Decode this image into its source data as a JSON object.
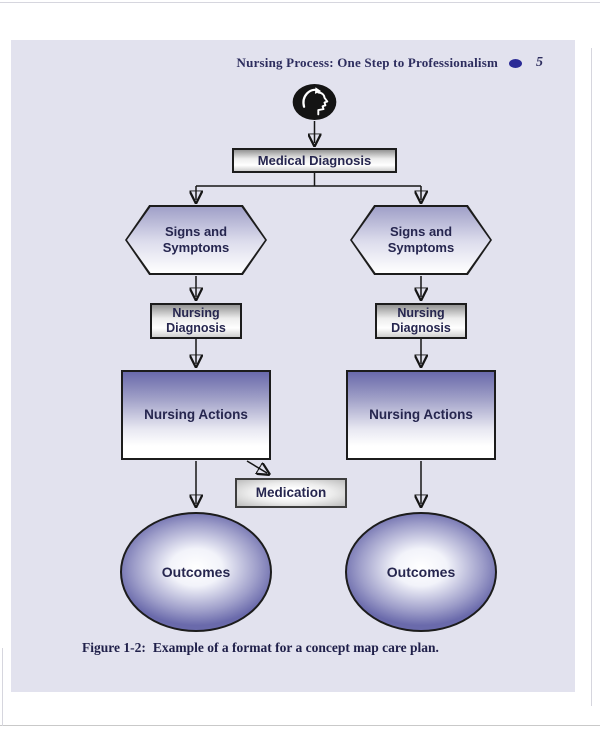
{
  "header": {
    "title": "Nursing Process: One Step to Professionalism",
    "page_number": "5"
  },
  "diagram": {
    "labels": {
      "medical_diagnosis": "Medical Diagnosis",
      "signs_line1": "Signs and",
      "signs_line2": "Symptoms",
      "nursing_diagnosis_line1": "Nursing",
      "nursing_diagnosis_line2": "Diagnosis",
      "nursing_actions": "Nursing Actions",
      "medication": "Medication",
      "outcomes": "Outcomes"
    }
  },
  "caption": {
    "label": "Figure 1-2:",
    "text": "Example of a format for a concept map care plan."
  },
  "colors": {
    "page_background": "#e2e2ee",
    "node_accent_purple": "#6a6aab",
    "gray_node_edge": "#bdbdbd",
    "node_border": "#1c1c1c",
    "header_bullet": "#2b2b96",
    "text_navy": "#26264f",
    "header_text": "#2d2d5e"
  }
}
